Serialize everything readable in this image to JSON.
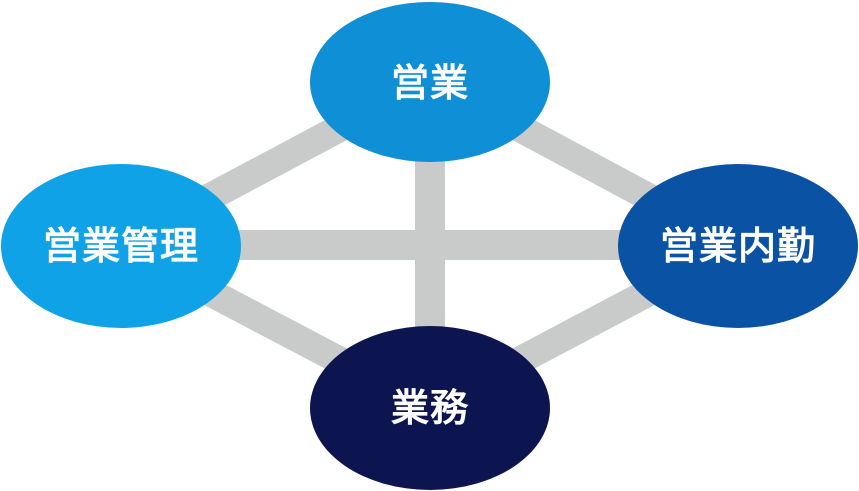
{
  "diagram": {
    "connector_color": "#c9caca",
    "nodes": {
      "top": {
        "label": "営業",
        "color": "#0e8fd6"
      },
      "left": {
        "label": "営業管理",
        "color": "#10a2e6"
      },
      "right": {
        "label": "営業内勤",
        "color": "#0a52a3"
      },
      "bottom": {
        "label": "業務",
        "color": "#0c1550"
      }
    }
  }
}
